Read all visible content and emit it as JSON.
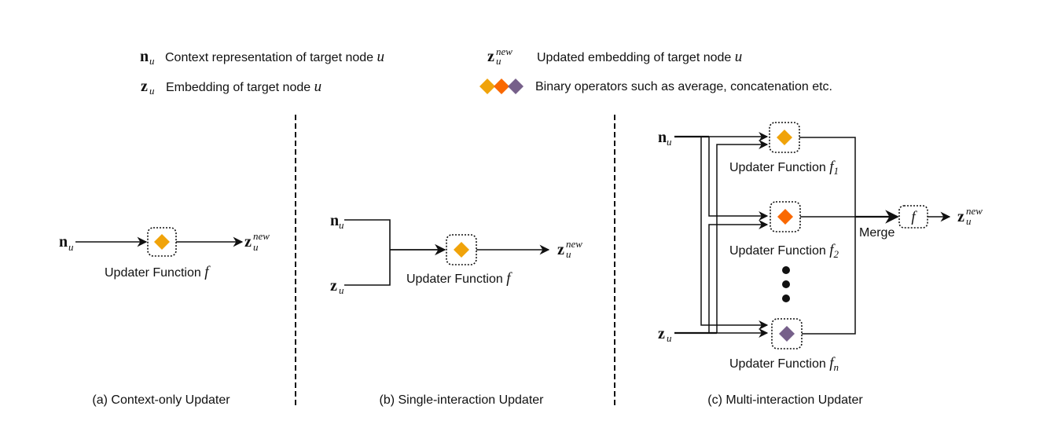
{
  "legend": {
    "items": [
      {
        "symbol": "n",
        "sub": "u",
        "sup": "",
        "text": "Context representation of target node ",
        "var": "u"
      },
      {
        "symbol": "z",
        "sub": "u",
        "sup": "",
        "text": "Embedding of target node ",
        "var": "u"
      },
      {
        "symbol": "z",
        "sub": "u",
        "sup": "new",
        "text": "Updated embedding of target node ",
        "var": "u"
      },
      {
        "symbol": "diamonds",
        "text": "Binary operators such as average, concatenation etc.",
        "var": ""
      }
    ]
  },
  "colors": {
    "op_yellow": "#F0A30A",
    "op_orange": "#FA6800",
    "op_purple": "#76608A",
    "line": "#111111"
  },
  "panels": {
    "a": {
      "caption": "(a) Context-only Updater",
      "input": {
        "symbol": "n",
        "sub": "u"
      },
      "output": {
        "symbol": "z",
        "sub": "u",
        "sup": "new"
      },
      "function_label": "Updater Function ",
      "function_var": "f"
    },
    "b": {
      "caption": "(b) Single-interaction Updater",
      "inputs": [
        {
          "symbol": "n",
          "sub": "u"
        },
        {
          "symbol": "z",
          "sub": "u"
        }
      ],
      "output": {
        "symbol": "z",
        "sub": "u",
        "sup": "new"
      },
      "function_label": "Updater Function ",
      "function_var": "f"
    },
    "c": {
      "caption": "(c) Multi-interaction Updater",
      "inputs": [
        {
          "symbol": "n",
          "sub": "u"
        },
        {
          "symbol": "z",
          "sub": "u"
        }
      ],
      "functions": [
        {
          "label": "Updater Function ",
          "var": "f",
          "sub": "1",
          "color": "yellow"
        },
        {
          "label": "Updater Function ",
          "var": "f",
          "sub": "2",
          "color": "orange"
        },
        {
          "label": "Updater Function ",
          "var": "f",
          "sub": "n",
          "color": "purple"
        }
      ],
      "merge_label": "Merge",
      "merge_function": "f",
      "output": {
        "symbol": "z",
        "sub": "u",
        "sup": "new"
      }
    }
  }
}
